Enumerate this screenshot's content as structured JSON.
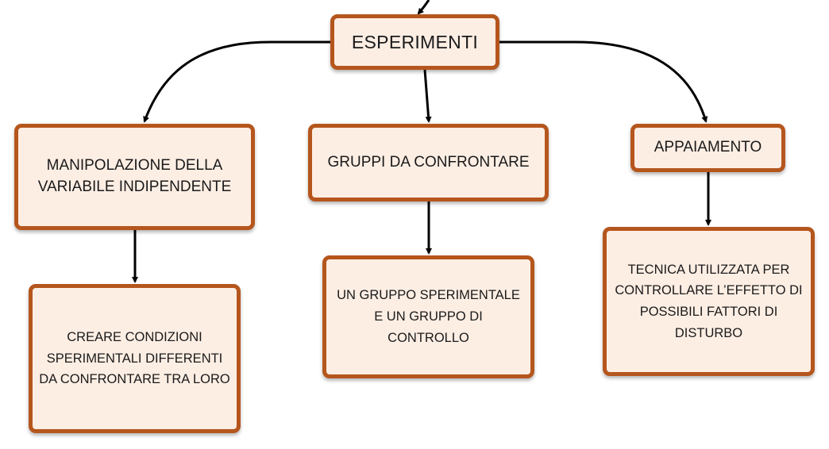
{
  "colors": {
    "node_border": "#b5561d",
    "node_fill": "#fdeee4",
    "text": "#1a1a1a",
    "edge": "#000000"
  },
  "nodes": {
    "root": "ESPERIMENTI",
    "manipolazione": "MANIPOLAZIONE DELLA VARIABILE INDIPENDENTE",
    "gruppi": "GRUPPI DA CONFRONTARE",
    "appaiamento": "APPAIAMENTO",
    "creare": "CREARE CONDIZIONI SPERIMENTALI DIFFERENTI DA CONFRONTARE TRA LORO",
    "un_gruppo": "UN GRUPPO SPERIMENTALE E UN GRUPPO DI CONTROLLO",
    "tecnica": "TECNICA UTILIZZATA PER CONTROLLARE L’EFFETTO DI POSSIBILI FATTORI DI DISTURBO"
  }
}
